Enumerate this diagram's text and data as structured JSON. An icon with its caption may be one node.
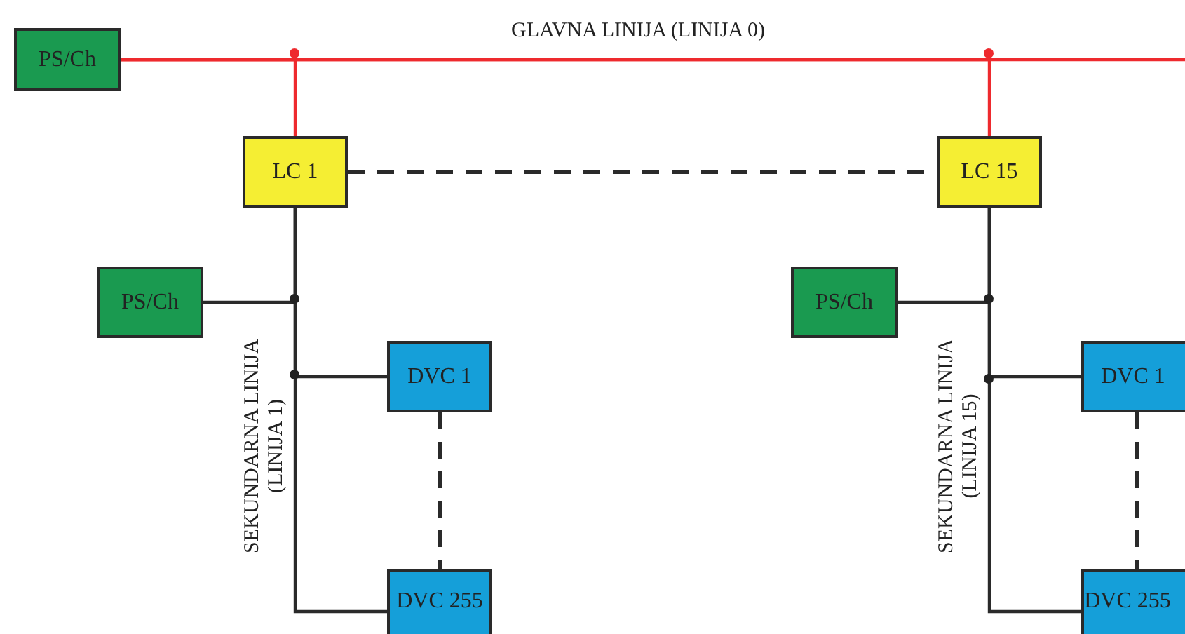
{
  "diagram": {
    "nodes": [
      {
        "text": [
          "PS/Ch"
        ]
      },
      {
        "text": [
          "LC 1"
        ]
      },
      {
        "text": [
          "LC 15"
        ]
      },
      {
        "text": [
          "PS/Ch"
        ]
      },
      {
        "text": [
          "DVC 1"
        ]
      },
      {
        "text": [
          "DVC 255"
        ]
      },
      {
        "text": [
          "PS/Ch"
        ]
      },
      {
        "text": [
          "DVC 1"
        ]
      },
      {
        "text": [
          "DVC 255"
        ]
      }
    ],
    "edges": [
      {
        "from": 0,
        "to": 1,
        "arrow": "none",
        "color": "#ee2a2e"
      },
      {
        "from": 0,
        "to": 2,
        "arrow": "none",
        "color": "#ee2a2e"
      },
      {
        "from": 0,
        "to": null,
        "arrow": "none",
        "color": "#ee2a2e"
      },
      {
        "from": 1,
        "to": 2,
        "arrow": "none",
        "style": "dashed"
      },
      {
        "from": 1,
        "to": 3,
        "arrow": "none"
      },
      {
        "from": 1,
        "to": 4,
        "arrow": "none"
      },
      {
        "from": 1,
        "to": 5,
        "arrow": "none"
      },
      {
        "from": 4,
        "to": 5,
        "arrow": "none",
        "style": "dashed"
      },
      {
        "from": 2,
        "to": 6,
        "arrow": "none"
      },
      {
        "from": 2,
        "to": 7,
        "arrow": "none"
      },
      {
        "from": 2,
        "to": 8,
        "arrow": "none"
      },
      {
        "from": 7,
        "to": 8,
        "arrow": "none",
        "style": "dashed"
      }
    ],
    "labels": [
      "GLAVNA LINIJA (LINIJA 0)",
      "SEKUNDARNA LINIJA (LINIJA 1)",
      "SEKUNDARNA LINIJA (LINIJA 15)"
    ]
  }
}
